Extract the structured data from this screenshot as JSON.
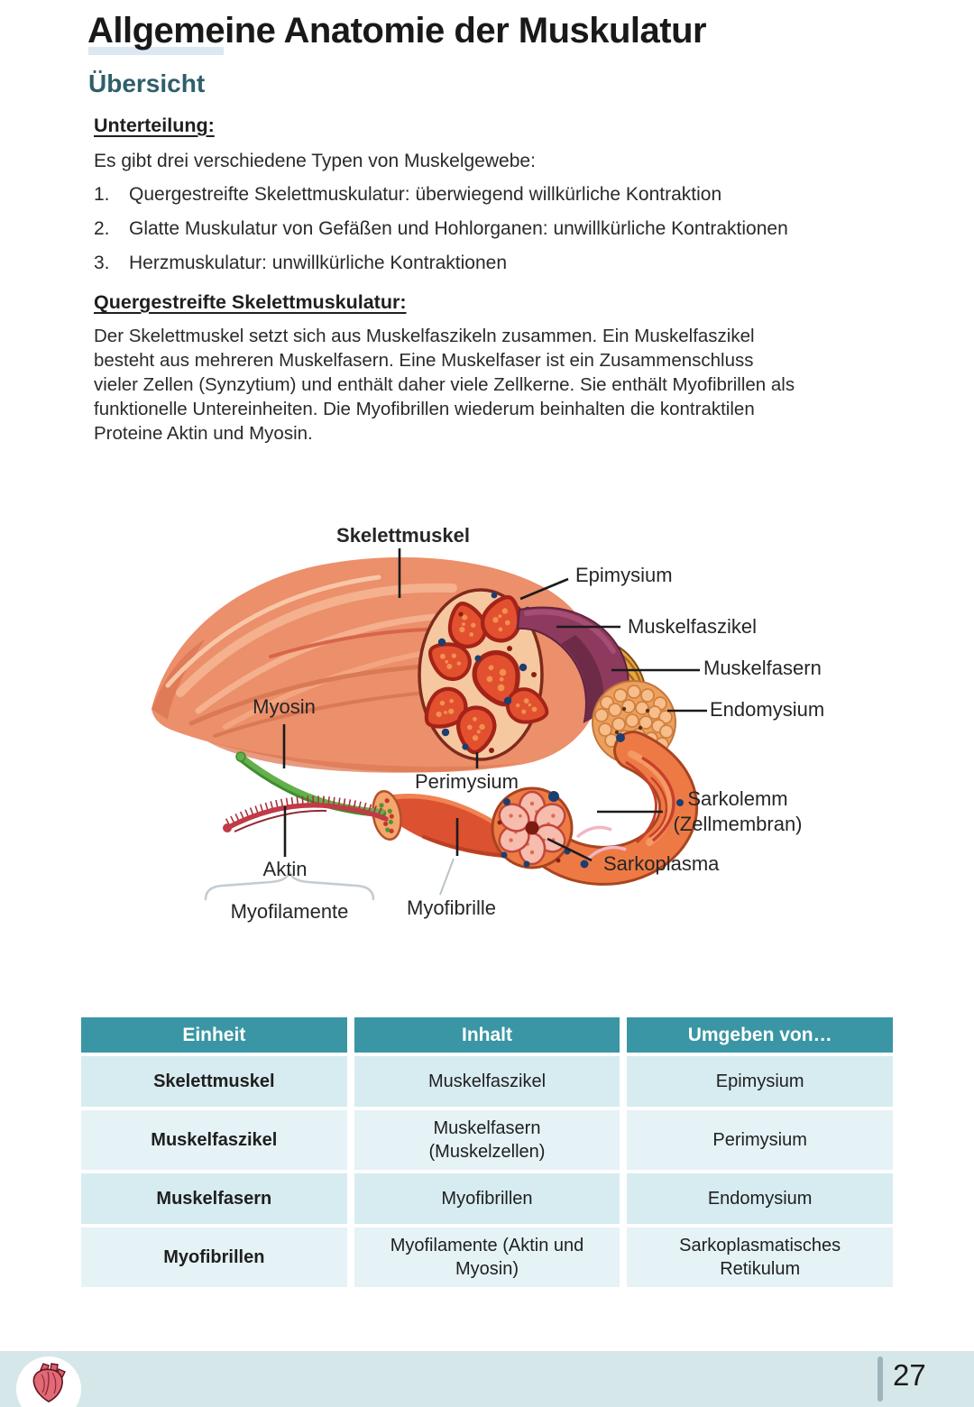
{
  "page": {
    "title": "Allgemeine Anatomie der Muskulatur",
    "section_heading": "Übersicht",
    "colors": {
      "accent_teal": "#3a96a4",
      "heading_teal": "#2e5f6b",
      "title_highlight": "#dbe8f4",
      "table_row_light": "#d7ecf1",
      "table_row_lighter": "#e5f2f6",
      "footer_bg": "#d6e7ea",
      "muscle_salmon": "#ec8f6b",
      "fascicle_red": "#e2502f",
      "sleeve_purple": "#8d3a5e",
      "fiber_yellow": "#e8a63f"
    }
  },
  "content": {
    "subdivision_heading": "Unterteilung:",
    "intro": "Es gibt drei verschiedene Typen von Muskelgewebe:",
    "muscle_types": [
      {
        "num": "1.",
        "text": "Quergestreifte Skelettmuskulatur: überwiegend willkürliche Kontraktion"
      },
      {
        "num": "2.",
        "text": "Glatte Muskulatur von Gefäßen und Hohlorganen: unwillkürliche Kontraktionen"
      },
      {
        "num": "3.",
        "text": "Herzmuskulatur: unwillkürliche Kontraktionen"
      }
    ],
    "skeletal_heading": "Quergestreifte Skelettmuskulatur:",
    "skeletal_paragraph_lines": [
      "Der Skelettmuskel setzt sich aus Muskelfaszikeln zusammen. Ein Muskelfaszikel",
      "besteht aus mehreren Muskelfasern. Eine Muskelfaser ist ein Zusammenschluss",
      "vieler Zellen (Synzytium) und enthält daher viele Zellkerne. Sie enthält Myofibrillen als",
      "funktionelle Untereinheiten. Die Myofibrillen wiederum beinhalten die kontraktilen",
      "Proteine Aktin und Myosin."
    ]
  },
  "diagram": {
    "labels": {
      "skelettmuskel": "Skelettmuskel",
      "epimysium": "Epimysium",
      "muskelfaszikel": "Muskelfaszikel",
      "muskelfasern": "Muskelfasern",
      "endomysium": "Endomysium",
      "myosin": "Myosin",
      "perimysium": "Perimysium",
      "sarkolemm_line1": "Sarkolemm",
      "sarkolemm_line2": "(Zellmembran)",
      "sarkoplasma": "Sarkoplasma",
      "aktin": "Aktin",
      "myofilamente": "Myofilamente",
      "myofibrille": "Myofibrille"
    }
  },
  "table": {
    "headers": [
      "Einheit",
      "Inhalt",
      "Umgeben von…"
    ],
    "rows": [
      {
        "einheit": "Skelettmuskel",
        "inhalt": "Muskelfaszikel",
        "umgeben": "Epimysium"
      },
      {
        "einheit": "Muskelfaszikel",
        "inhalt": "Muskelfasern\n(Muskelzellen)",
        "umgeben": "Perimysium"
      },
      {
        "einheit": "Muskelfasern",
        "inhalt": "Myofibrillen",
        "umgeben": "Endomysium"
      },
      {
        "einheit": "Myofibrillen",
        "inhalt": "Myofilamente (Aktin und\nMyosin)",
        "umgeben": "Sarkoplasmatisches\nRetikulum"
      }
    ]
  },
  "footer": {
    "page_number": "27",
    "heart_icon": "anatomical-heart-icon"
  }
}
